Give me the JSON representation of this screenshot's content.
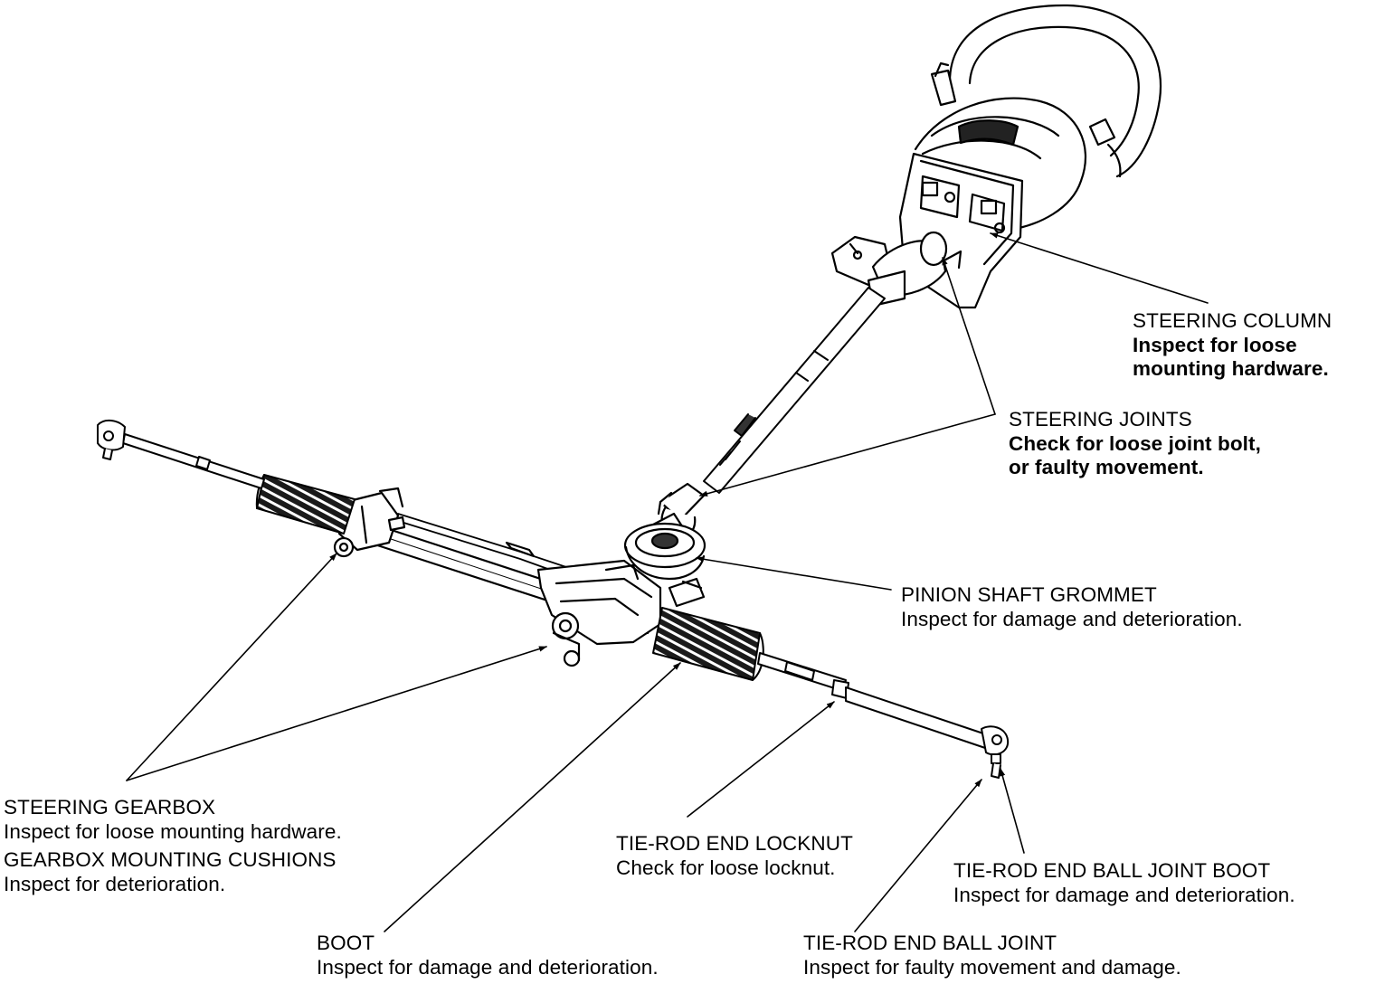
{
  "callouts": {
    "steering_column": {
      "title": "STEERING COLUMN",
      "lines": [
        "Inspect for loose",
        "mounting hardware."
      ]
    },
    "steering_joints": {
      "title": "STEERING JOINTS",
      "lines": [
        "Check for loose joint bolt,",
        "or faulty movement."
      ]
    },
    "pinion_shaft_grommet": {
      "title": "PINION SHAFT GROMMET",
      "lines": [
        "Inspect for damage and deterioration."
      ]
    },
    "steering_gearbox": {
      "title": "STEERING GEARBOX",
      "lines": [
        "Inspect for loose mounting hardware."
      ]
    },
    "gearbox_mounting_cushions": {
      "title": "GEARBOX MOUNTING CUSHIONS",
      "lines": [
        "Inspect for deterioration."
      ]
    },
    "tie_rod_end_locknut": {
      "title": "TIE-ROD END LOCKNUT",
      "lines": [
        "Check for loose locknut."
      ]
    },
    "tie_rod_end_ball_joint_boot": {
      "title": "TIE-ROD END BALL JOINT BOOT",
      "lines": [
        "Inspect for damage and deterioration."
      ]
    },
    "boot": {
      "title": "BOOT",
      "lines": [
        "Inspect for damage and deterioration."
      ]
    },
    "tie_rod_end_ball_joint": {
      "title": "TIE-ROD END BALL JOINT",
      "lines": [
        "Inspect for faulty movement and damage."
      ]
    }
  },
  "colors": {
    "ink": "#000000",
    "paper": "#ffffff",
    "shade": "#d8d8d8"
  }
}
